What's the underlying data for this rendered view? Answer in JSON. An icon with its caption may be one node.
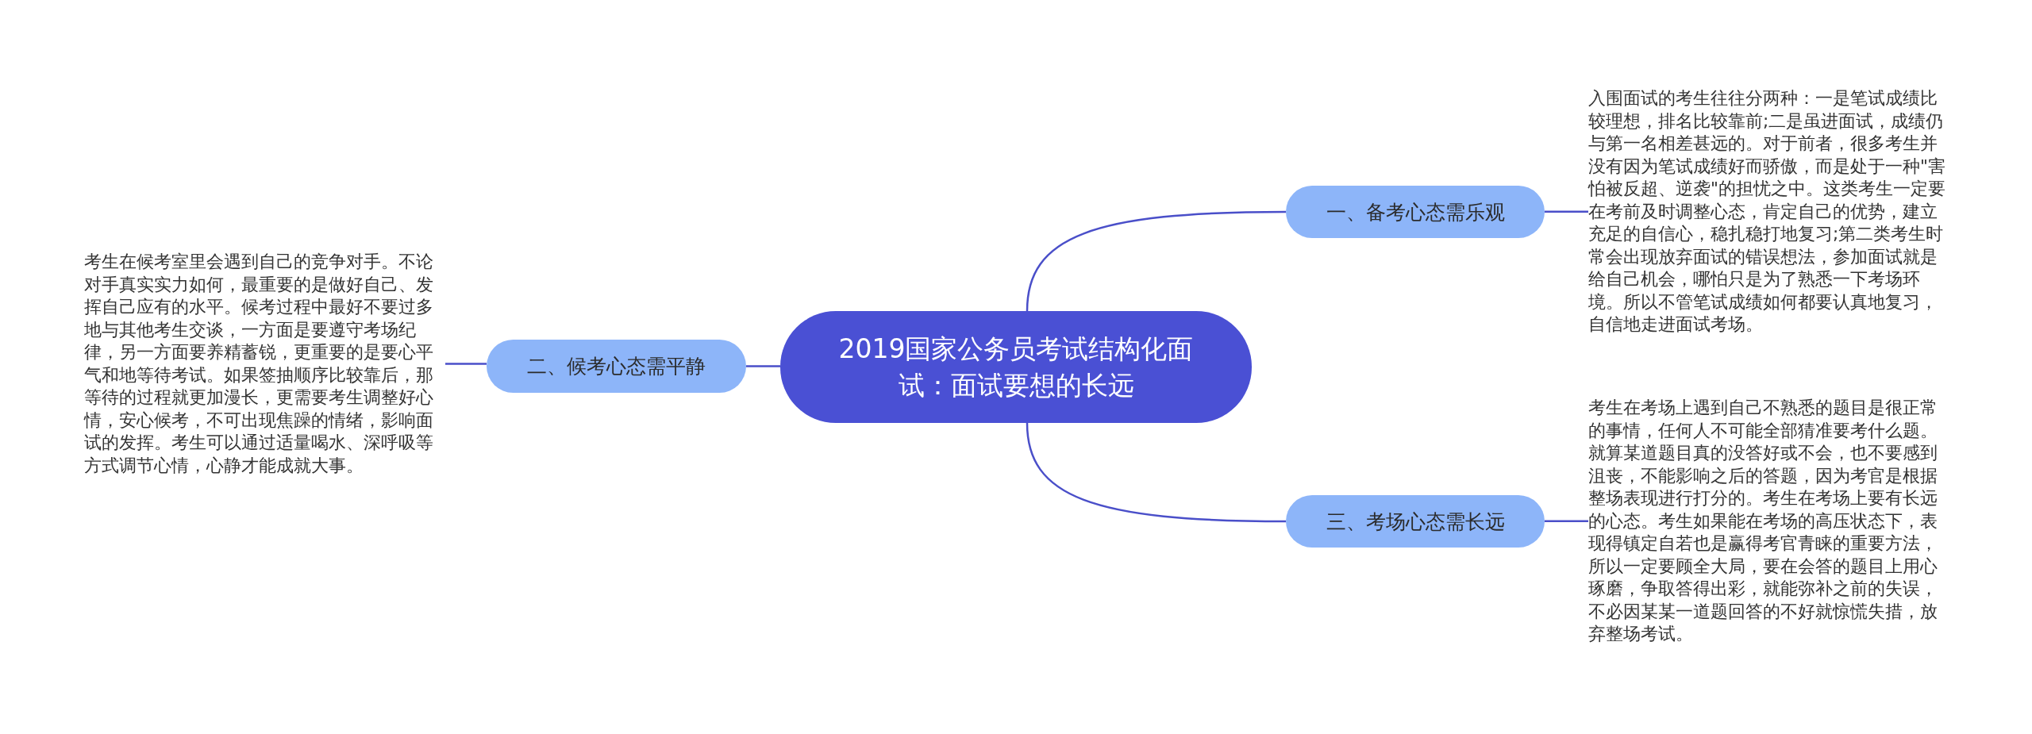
{
  "diagram": {
    "nodes": [
      {
        "text": [
          "2019国家公务员考试结构化面试：面试要想的长远"
        ]
      },
      {
        "text": [
          "一、备考心态需乐观"
        ]
      },
      {
        "text": [
          "二、候考心态需平静"
        ]
      },
      {
        "text": [
          "三、考场心态需长远"
        ]
      },
      {
        "text": [
          "入围面试的考生往往分两种：一是笔试成绩比较理想，排名比较靠前;二是虽进面试，成绩仍与第一名相差甚远的。对于前者，很多考生并没有因为笔试成绩好而骄傲，而是处于一种\"害怕被反超、逆袭\"的担忧之中。这类考生一定要在考前及时调整心态，肯定自己的优势，建立充足的自信心，稳扎稳打地复习;第二类考生时常会出现放弃面试的错误想法，参加面试就是给自己机会，哪怕只是为了熟悉一下考场环境。所以不管笔试成绩如何都要认真地复习，自信地走进面试考场。"
        ]
      },
      {
        "text": [
          "考生在候考室里会遇到自己的竞争对手。不论对手真实实力如何，最重要的是做好自己、发挥自己应有的水平。候考过程中最好不要过多地与其他考生交谈，一方面是要遵守考场纪律，另一方面要养精蓄锐，更重要的是要心平气和地等待考试。如果签抽顺序比较靠后，那等待的过程就更加漫长，更需要考生调整好心情，安心候考，不可出现焦躁的情绪，影响面试的发挥。考生可以通过适量喝水、深呼吸等方式调节心情，心静才能成就大事。"
        ]
      },
      {
        "text": [
          "考生在考场上遇到自己不熟悉的题目是很正常的事情，任何人不可能全部猜准要考什么题。就算某道题目真的没答好或不会，也不要感到沮丧，不能影响之后的答题，因为考官是根据整场表现进行打分的。考生在考场上要有长远的心态。考生如果能在考场的高压状态下，表现得镇定自若也是赢得考官青睐的重要方法，所以一定要顾全大局，要在会答的题目上用心琢磨，争取答得出彩，就能弥补之前的失误，不必因某某一道题回答的不好就惊慌失措，放弃整场考试。"
        ]
      }
    ],
    "edges": [
      {
        "from": 0,
        "to": 1,
        "arrow": "none"
      },
      {
        "from": 0,
        "to": 2,
        "arrow": "none"
      },
      {
        "from": 0,
        "to": 3,
        "arrow": "none"
      },
      {
        "from": 1,
        "to": 4,
        "arrow": "none"
      },
      {
        "from": 2,
        "to": 5,
        "arrow": "none"
      },
      {
        "from": 3,
        "to": 6,
        "arrow": "none"
      }
    ]
  }
}
